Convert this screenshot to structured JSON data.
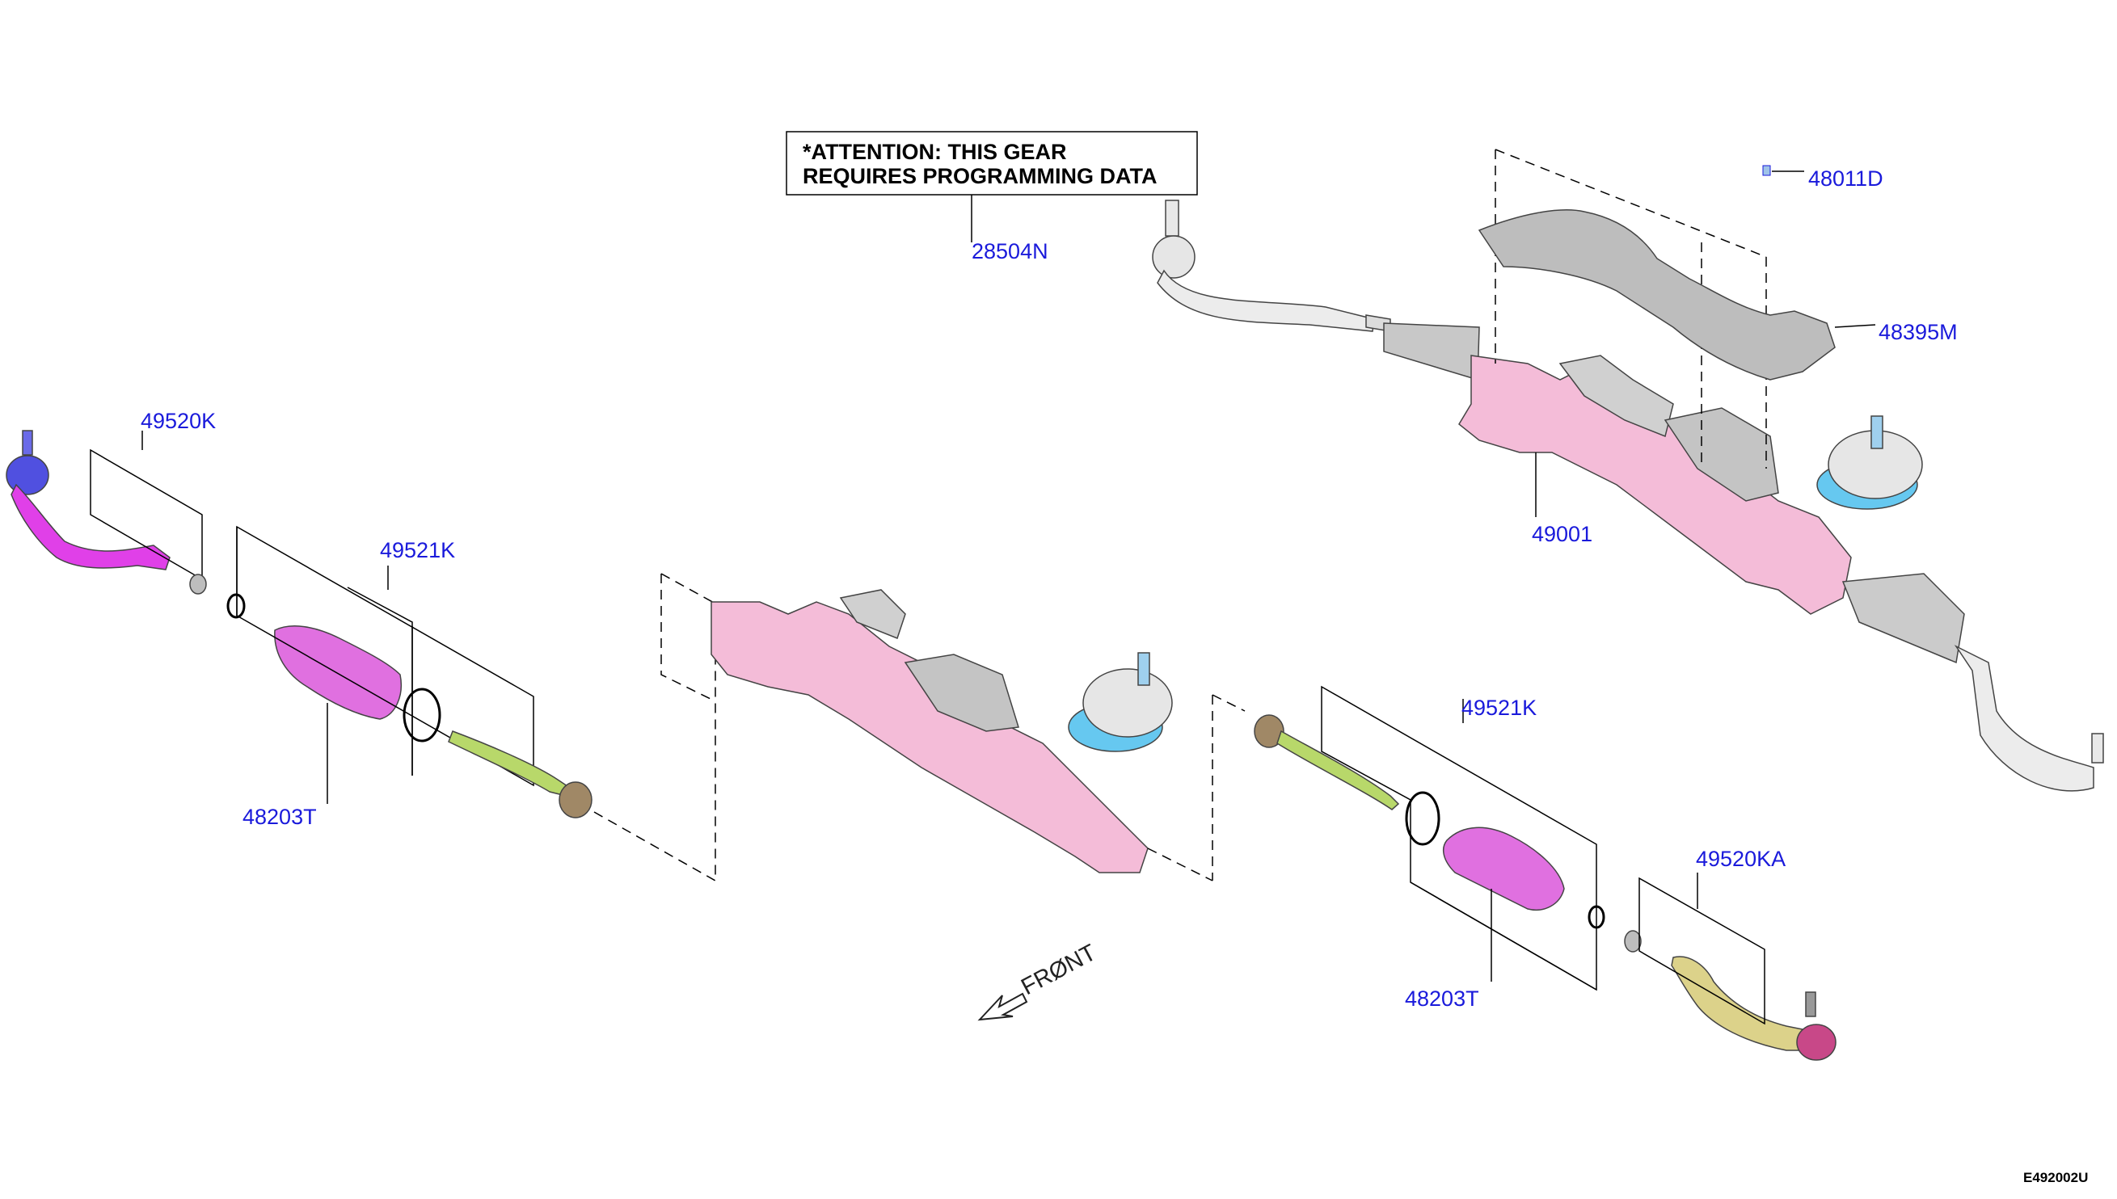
{
  "attention_note": {
    "line1": "*ATTENTION: THIS GEAR",
    "line2": "REQUIRES PROGRAMMING DATA"
  },
  "callouts": {
    "part_28504N": "28504N",
    "part_48011D": "48011D",
    "part_48395M": "48395M",
    "part_49001": "49001",
    "part_49520K": "49520K",
    "part_49521K_left": "49521K",
    "part_48203T_left": "48203T",
    "part_49521K_right": "49521K",
    "part_48203T_right": "48203T",
    "part_49520KA": "49520KA"
  },
  "front_label": "FRØNT",
  "diagram_code": "E492002U",
  "colors": {
    "callout": "#1a1adb",
    "rack_housing": "#f4bcd8",
    "boot": "#e070e0",
    "tie_rod_end_left": "#e040e8",
    "tie_rod_end_right": "#dcd28a",
    "inner_tie_rod": "#b8d86a",
    "motor": "#c4c4c4",
    "ecu_ring": "#66c8f0",
    "heat_shield": "#bdbdbd"
  }
}
